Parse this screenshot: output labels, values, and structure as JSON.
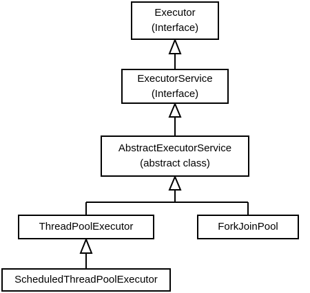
{
  "nodes": {
    "executor": {
      "name": "Executor",
      "kind": "(Interface)"
    },
    "executor_service": {
      "name": "ExecutorService",
      "kind": "(Interface)"
    },
    "abstract_executor_service": {
      "name": "AbstractExecutorService",
      "kind": "(abstract class)"
    },
    "thread_pool_executor": {
      "name": "ThreadPoolExecutor"
    },
    "fork_join_pool": {
      "name": "ForkJoinPool"
    },
    "scheduled_thread_pool_executor": {
      "name": "ScheduledThreadPoolExecutor"
    }
  },
  "edges": [
    {
      "from": "executor_service",
      "to": "executor",
      "type": "inheritance"
    },
    {
      "from": "abstract_executor_service",
      "to": "executor_service",
      "type": "inheritance"
    },
    {
      "from": "thread_pool_executor",
      "to": "abstract_executor_service",
      "type": "inheritance"
    },
    {
      "from": "fork_join_pool",
      "to": "abstract_executor_service",
      "type": "inheritance"
    },
    {
      "from": "scheduled_thread_pool_executor",
      "to": "thread_pool_executor",
      "type": "inheritance"
    }
  ]
}
